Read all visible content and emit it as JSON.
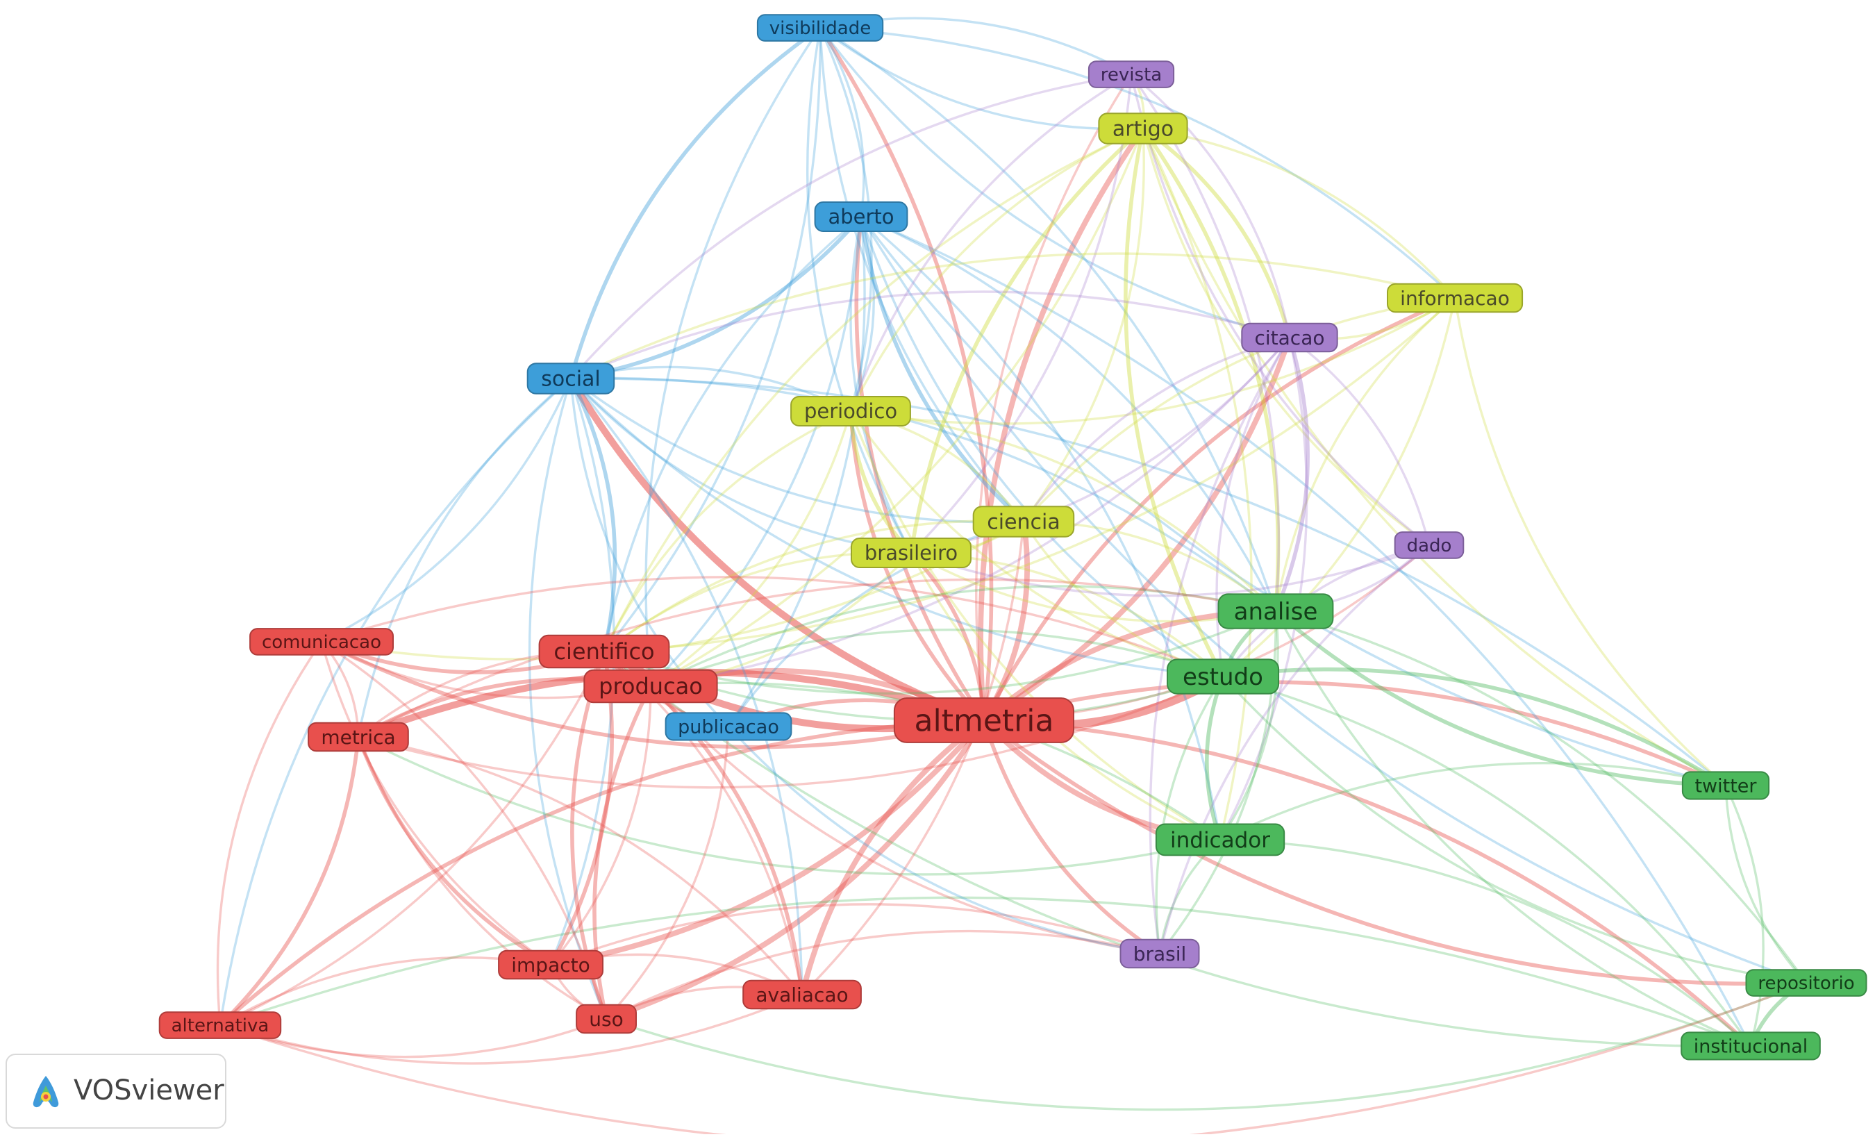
{
  "colors": {
    "red": "#e8504d",
    "blue": "#3d9ed9",
    "green": "#4cb85c",
    "yellow": "#cddc39",
    "purple": "#a57fcc"
  },
  "nodes": [
    {
      "id": "altmetria",
      "label": "altmetria",
      "cluster": "red"
    },
    {
      "id": "cientifico",
      "label": "cientifico",
      "cluster": "red"
    },
    {
      "id": "producao",
      "label": "producao",
      "cluster": "red"
    },
    {
      "id": "comunicacao",
      "label": "comunicacao",
      "cluster": "red"
    },
    {
      "id": "metrica",
      "label": "metrica",
      "cluster": "red"
    },
    {
      "id": "impacto",
      "label": "impacto",
      "cluster": "red"
    },
    {
      "id": "avaliacao",
      "label": "avaliacao",
      "cluster": "red"
    },
    {
      "id": "uso",
      "label": "uso",
      "cluster": "red"
    },
    {
      "id": "alternativa",
      "label": "alternativa",
      "cluster": "red"
    },
    {
      "id": "visibilidade",
      "label": "visibilidade",
      "cluster": "blue"
    },
    {
      "id": "aberto",
      "label": "aberto",
      "cluster": "blue"
    },
    {
      "id": "social",
      "label": "social",
      "cluster": "blue"
    },
    {
      "id": "publicacao",
      "label": "publicacao",
      "cluster": "blue"
    },
    {
      "id": "artigo",
      "label": "artigo",
      "cluster": "yellow"
    },
    {
      "id": "informacao",
      "label": "informacao",
      "cluster": "yellow"
    },
    {
      "id": "periodico",
      "label": "periodico",
      "cluster": "yellow"
    },
    {
      "id": "ciencia",
      "label": "ciencia",
      "cluster": "yellow"
    },
    {
      "id": "brasileiro",
      "label": "brasileiro",
      "cluster": "yellow"
    },
    {
      "id": "revista",
      "label": "revista",
      "cluster": "purple"
    },
    {
      "id": "citacao",
      "label": "citacao",
      "cluster": "purple"
    },
    {
      "id": "dado",
      "label": "dado",
      "cluster": "purple"
    },
    {
      "id": "brasil",
      "label": "brasil",
      "cluster": "purple"
    },
    {
      "id": "analise",
      "label": "analise",
      "cluster": "green"
    },
    {
      "id": "estudo",
      "label": "estudo",
      "cluster": "green"
    },
    {
      "id": "indicador",
      "label": "indicador",
      "cluster": "green"
    },
    {
      "id": "twitter",
      "label": "twitter",
      "cluster": "green"
    },
    {
      "id": "repositorio",
      "label": "repositorio",
      "cluster": "green"
    },
    {
      "id": "institucional",
      "label": "institucional",
      "cluster": "green"
    }
  ],
  "links": [
    {
      "source": "altmetria",
      "target": "estudo",
      "weight": 5
    },
    {
      "source": "altmetria",
      "target": "cientifico",
      "weight": 4
    },
    {
      "source": "altmetria",
      "target": "metrica",
      "weight": 4
    },
    {
      "source": "altmetria",
      "target": "social",
      "weight": 4
    },
    {
      "source": "altmetria",
      "target": "producao",
      "weight": 3
    },
    {
      "source": "altmetria",
      "target": "artigo",
      "weight": 3
    },
    {
      "source": "altmetria",
      "target": "citacao",
      "weight": 3
    },
    {
      "source": "altmetria",
      "target": "analise",
      "weight": 3
    },
    {
      "source": "altmetria",
      "target": "indicador",
      "weight": 3
    },
    {
      "source": "altmetria",
      "target": "impacto",
      "weight": 3
    },
    {
      "source": "altmetria",
      "target": "avaliacao",
      "weight": 3
    },
    {
      "source": "altmetria",
      "target": "uso",
      "weight": 3
    },
    {
      "source": "altmetria",
      "target": "ciencia",
      "weight": 3
    },
    {
      "source": "altmetria",
      "target": "periodico",
      "weight": 2
    },
    {
      "source": "altmetria",
      "target": "brasileiro",
      "weight": 2
    },
    {
      "source": "altmetria",
      "target": "aberto",
      "weight": 2
    },
    {
      "source": "altmetria",
      "target": "visibilidade",
      "weight": 2
    },
    {
      "source": "altmetria",
      "target": "informacao",
      "weight": 2
    },
    {
      "source": "altmetria",
      "target": "brasil",
      "weight": 2
    },
    {
      "source": "altmetria",
      "target": "twitter",
      "weight": 2
    },
    {
      "source": "altmetria",
      "target": "repositorio",
      "weight": 2
    },
    {
      "source": "altmetria",
      "target": "institucional",
      "weight": 2
    },
    {
      "source": "altmetria",
      "target": "publicacao",
      "weight": 2
    },
    {
      "source": "altmetria",
      "target": "comunicacao",
      "weight": 2
    },
    {
      "source": "altmetria",
      "target": "alternativa",
      "weight": 2
    },
    {
      "source": "altmetria",
      "target": "revista",
      "weight": 1
    },
    {
      "source": "altmetria",
      "target": "dado",
      "weight": 1
    },
    {
      "source": "social",
      "target": "visibilidade",
      "weight": 2
    },
    {
      "source": "social",
      "target": "aberto",
      "weight": 2
    },
    {
      "source": "social",
      "target": "cientifico",
      "weight": 2
    },
    {
      "source": "social",
      "target": "metrica",
      "weight": 1
    },
    {
      "source": "social",
      "target": "impacto",
      "weight": 1
    },
    {
      "source": "social",
      "target": "uso",
      "weight": 1
    },
    {
      "source": "social",
      "target": "comunicacao",
      "weight": 1
    },
    {
      "source": "social",
      "target": "alternativa",
      "weight": 1
    },
    {
      "source": "social",
      "target": "periodico",
      "weight": 1
    },
    {
      "source": "social",
      "target": "brasileiro",
      "weight": 1
    },
    {
      "source": "social",
      "target": "analise",
      "weight": 1
    },
    {
      "source": "social",
      "target": "estudo",
      "weight": 1
    },
    {
      "source": "social",
      "target": "twitter",
      "weight": 1
    },
    {
      "source": "social",
      "target": "publicacao",
      "weight": 1
    },
    {
      "source": "social",
      "target": "avaliacao",
      "weight": 1
    },
    {
      "source": "social",
      "target": "ciencia",
      "weight": 1
    },
    {
      "source": "visibilidade",
      "target": "aberto",
      "weight": 1
    },
    {
      "source": "visibilidade",
      "target": "artigo",
      "weight": 1
    },
    {
      "source": "visibilidade",
      "target": "revista",
      "weight": 1
    },
    {
      "source": "visibilidade",
      "target": "citacao",
      "weight": 1
    },
    {
      "source": "visibilidade",
      "target": "periodico",
      "weight": 1
    },
    {
      "source": "visibilidade",
      "target": "brasileiro",
      "weight": 1
    },
    {
      "source": "visibilidade",
      "target": "cientifico",
      "weight": 1
    },
    {
      "source": "visibilidade",
      "target": "producao",
      "weight": 1
    },
    {
      "source": "visibilidade",
      "target": "analise",
      "weight": 1
    },
    {
      "source": "visibilidade",
      "target": "ciencia",
      "weight": 1
    },
    {
      "source": "visibilidade",
      "target": "informacao",
      "weight": 1
    },
    {
      "source": "aberto",
      "target": "ciencia",
      "weight": 2
    },
    {
      "source": "aberto",
      "target": "periodico",
      "weight": 1
    },
    {
      "source": "aberto",
      "target": "brasileiro",
      "weight": 1
    },
    {
      "source": "aberto",
      "target": "analise",
      "weight": 1
    },
    {
      "source": "aberto",
      "target": "estudo",
      "weight": 1
    },
    {
      "source": "aberto",
      "target": "indicador",
      "weight": 1
    },
    {
      "source": "aberto",
      "target": "cientifico",
      "weight": 1
    },
    {
      "source": "aberto",
      "target": "producao",
      "weight": 1
    },
    {
      "source": "aberto",
      "target": "repositorio",
      "weight": 1
    },
    {
      "source": "aberto",
      "target": "institucional",
      "weight": 1
    },
    {
      "source": "aberto",
      "target": "twitter",
      "weight": 1
    },
    {
      "source": "aberto",
      "target": "publicacao",
      "weight": 1
    },
    {
      "source": "artigo",
      "target": "revista",
      "weight": 1
    },
    {
      "source": "artigo",
      "target": "citacao",
      "weight": 2
    },
    {
      "source": "artigo",
      "target": "periodico",
      "weight": 1
    },
    {
      "source": "artigo",
      "target": "ciencia",
      "weight": 1
    },
    {
      "source": "artigo",
      "target": "brasileiro",
      "weight": 2
    },
    {
      "source": "artigo",
      "target": "analise",
      "weight": 2
    },
    {
      "source": "artigo",
      "target": "estudo",
      "weight": 2
    },
    {
      "source": "artigo",
      "target": "informacao",
      "weight": 1
    },
    {
      "source": "artigo",
      "target": "dado",
      "weight": 1
    },
    {
      "source": "artigo",
      "target": "indicador",
      "weight": 1
    },
    {
      "source": "artigo",
      "target": "cientifico",
      "weight": 1
    },
    {
      "source": "artigo",
      "target": "producao",
      "weight": 1
    },
    {
      "source": "artigo",
      "target": "twitter",
      "weight": 1
    },
    {
      "source": "revista",
      "target": "citacao",
      "weight": 1
    },
    {
      "source": "revista",
      "target": "periodico",
      "weight": 1
    },
    {
      "source": "revista",
      "target": "analise",
      "weight": 1
    },
    {
      "source": "revista",
      "target": "dado",
      "weight": 1
    },
    {
      "source": "revista",
      "target": "brasileiro",
      "weight": 1
    },
    {
      "source": "revista",
      "target": "social",
      "weight": 1
    },
    {
      "source": "informacao",
      "target": "citacao",
      "weight": 1
    },
    {
      "source": "informacao",
      "target": "analise",
      "weight": 1
    },
    {
      "source": "informacao",
      "target": "estudo",
      "weight": 1
    },
    {
      "source": "informacao",
      "target": "twitter",
      "weight": 1
    },
    {
      "source": "informacao",
      "target": "periodico",
      "weight": 1
    },
    {
      "source": "informacao",
      "target": "ciencia",
      "weight": 1
    },
    {
      "source": "informacao",
      "target": "cientifico",
      "weight": 1
    },
    {
      "source": "informacao",
      "target": "social",
      "weight": 1
    },
    {
      "source": "citacao",
      "target": "analise",
      "weight": 2
    },
    {
      "source": "citacao",
      "target": "estudo",
      "weight": 1
    },
    {
      "source": "citacao",
      "target": "indicador",
      "weight": 1
    },
    {
      "source": "citacao",
      "target": "brasil",
      "weight": 1
    },
    {
      "source": "citacao",
      "target": "dado",
      "weight": 1
    },
    {
      "source": "citacao",
      "target": "ciencia",
      "weight": 1
    },
    {
      "source": "citacao",
      "target": "brasileiro",
      "weight": 1
    },
    {
      "source": "citacao",
      "target": "social",
      "weight": 1
    },
    {
      "source": "citacao",
      "target": "producao",
      "weight": 1
    },
    {
      "source": "periodico",
      "target": "brasileiro",
      "weight": 2
    },
    {
      "source": "periodico",
      "target": "ciencia",
      "weight": 1
    },
    {
      "source": "periodico",
      "target": "estudo",
      "weight": 1
    },
    {
      "source": "periodico",
      "target": "analise",
      "weight": 1
    },
    {
      "source": "periodico",
      "target": "cientifico",
      "weight": 1
    },
    {
      "source": "periodico",
      "target": "producao",
      "weight": 1
    },
    {
      "source": "periodico",
      "target": "indicador",
      "weight": 1
    },
    {
      "source": "ciencia",
      "target": "brasileiro",
      "weight": 1
    },
    {
      "source": "ciencia",
      "target": "estudo",
      "weight": 1
    },
    {
      "source": "ciencia",
      "target": "analise",
      "weight": 1
    },
    {
      "source": "ciencia",
      "target": "cientifico",
      "weight": 1
    },
    {
      "source": "ciencia",
      "target": "comunicacao",
      "weight": 1
    },
    {
      "source": "brasileiro",
      "target": "cientifico",
      "weight": 1
    },
    {
      "source": "brasileiro",
      "target": "producao",
      "weight": 1
    },
    {
      "source": "brasileiro",
      "target": "analise",
      "weight": 1
    },
    {
      "source": "brasileiro",
      "target": "estudo",
      "weight": 1
    },
    {
      "source": "brasileiro",
      "target": "indicador",
      "weight": 1
    },
    {
      "source": "dado",
      "target": "analise",
      "weight": 1
    },
    {
      "source": "dado",
      "target": "estudo",
      "weight": 1
    },
    {
      "source": "dado",
      "target": "brasileiro",
      "weight": 1
    },
    {
      "source": "analise",
      "target": "estudo",
      "weight": 2
    },
    {
      "source": "analise",
      "target": "indicador",
      "weight": 1
    },
    {
      "source": "analise",
      "target": "twitter",
      "weight": 2
    },
    {
      "source": "analise",
      "target": "repositorio",
      "weight": 1
    },
    {
      "source": "analise",
      "target": "institucional",
      "weight": 1
    },
    {
      "source": "analise",
      "target": "brasil",
      "weight": 1
    },
    {
      "source": "analise",
      "target": "producao",
      "weight": 1
    },
    {
      "source": "analise",
      "target": "cientifico",
      "weight": 1
    },
    {
      "source": "estudo",
      "target": "indicador",
      "weight": 2
    },
    {
      "source": "estudo",
      "target": "twitter",
      "weight": 2
    },
    {
      "source": "estudo",
      "target": "repositorio",
      "weight": 1
    },
    {
      "source": "estudo",
      "target": "institucional",
      "weight": 1
    },
    {
      "source": "estudo",
      "target": "brasil",
      "weight": 1
    },
    {
      "source": "estudo",
      "target": "cientifico",
      "weight": 1
    },
    {
      "source": "estudo",
      "target": "producao",
      "weight": 1
    },
    {
      "source": "indicador",
      "target": "twitter",
      "weight": 1
    },
    {
      "source": "indicador",
      "target": "brasil",
      "weight": 1
    },
    {
      "source": "indicador",
      "target": "institucional",
      "weight": 1
    },
    {
      "source": "indicador",
      "target": "producao",
      "weight": 1
    },
    {
      "source": "indicador",
      "target": "metrica",
      "weight": 1
    },
    {
      "source": "twitter",
      "target": "repositorio",
      "weight": 1
    },
    {
      "source": "twitter",
      "target": "institucional",
      "weight": 1
    },
    {
      "source": "repositorio",
      "target": "institucional",
      "weight": 2
    },
    {
      "source": "repositorio",
      "target": "uso",
      "weight": 1
    },
    {
      "source": "institucional",
      "target": "alternativa",
      "weight": 1
    },
    {
      "source": "institucional",
      "target": "cientifico",
      "weight": 1
    },
    {
      "source": "cientifico",
      "target": "producao",
      "weight": 3
    },
    {
      "source": "cientifico",
      "target": "comunicacao",
      "weight": 2
    },
    {
      "source": "cientifico",
      "target": "metrica",
      "weight": 1
    },
    {
      "source": "cientifico",
      "target": "impacto",
      "weight": 2
    },
    {
      "source": "cientifico",
      "target": "uso",
      "weight": 2
    },
    {
      "source": "cientifico",
      "target": "avaliacao",
      "weight": 1
    },
    {
      "source": "cientifico",
      "target": "publicacao",
      "weight": 1
    },
    {
      "source": "cientifico",
      "target": "alternativa",
      "weight": 1
    },
    {
      "source": "producao",
      "target": "metrica",
      "weight": 2
    },
    {
      "source": "producao",
      "target": "impacto",
      "weight": 1
    },
    {
      "source": "producao",
      "target": "uso",
      "weight": 2
    },
    {
      "source": "producao",
      "target": "avaliacao",
      "weight": 2
    },
    {
      "source": "producao",
      "target": "publicacao",
      "weight": 1
    },
    {
      "source": "producao",
      "target": "comunicacao",
      "weight": 1
    },
    {
      "source": "producao",
      "target": "brasil",
      "weight": 1
    },
    {
      "source": "comunicacao",
      "target": "metrica",
      "weight": 1
    },
    {
      "source": "comunicacao",
      "target": "impacto",
      "weight": 1
    },
    {
      "source": "comunicacao",
      "target": "uso",
      "weight": 1
    },
    {
      "source": "comunicacao",
      "target": "alternativa",
      "weight": 1
    },
    {
      "source": "comunicacao",
      "target": "estudo",
      "weight": 1
    },
    {
      "source": "metrica",
      "target": "impacto",
      "weight": 2
    },
    {
      "source": "metrica",
      "target": "alternativa",
      "weight": 2
    },
    {
      "source": "metrica",
      "target": "uso",
      "weight": 1
    },
    {
      "source": "metrica",
      "target": "avaliacao",
      "weight": 1
    },
    {
      "source": "metrica",
      "target": "estudo",
      "weight": 1
    },
    {
      "source": "metrica",
      "target": "analise",
      "weight": 1
    },
    {
      "source": "impacto",
      "target": "uso",
      "weight": 1
    },
    {
      "source": "impacto",
      "target": "avaliacao",
      "weight": 1
    },
    {
      "source": "impacto",
      "target": "alternativa",
      "weight": 1
    },
    {
      "source": "impacto",
      "target": "brasil",
      "weight": 1
    },
    {
      "source": "avaliacao",
      "target": "uso",
      "weight": 1
    },
    {
      "source": "avaliacao",
      "target": "alternativa",
      "weight": 1
    },
    {
      "source": "avaliacao",
      "target": "ciencia",
      "weight": 1
    },
    {
      "source": "uso",
      "target": "alternativa",
      "weight": 1
    },
    {
      "source": "uso",
      "target": "publicacao",
      "weight": 1
    },
    {
      "source": "uso",
      "target": "brasil",
      "weight": 1
    },
    {
      "source": "publicacao",
      "target": "brasil",
      "weight": 1
    },
    {
      "source": "publicacao",
      "target": "ciencia",
      "weight": 1
    },
    {
      "source": "alternativa",
      "target": "repositorio",
      "weight": 1
    },
    {
      "source": "brasil",
      "target": "dado",
      "weight": 1
    }
  ],
  "badge": {
    "label": "VOSviewer",
    "icon": "vosviewer-logo-icon"
  }
}
